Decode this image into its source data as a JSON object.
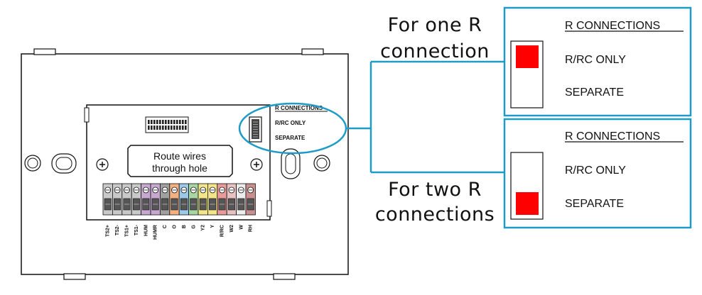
{
  "captions": {
    "one_r": [
      "For one R",
      "connection"
    ],
    "two_r": [
      "For two R",
      "connections"
    ]
  },
  "switch_panel": {
    "title": "R CONNECTIONS",
    "option_top": "R/RC ONLY",
    "option_bottom": "SEPARATE"
  },
  "device": {
    "switch_title": "R CONNECTIONS",
    "switch_top": "R/RC ONLY",
    "switch_bottom": "SEPARATE",
    "route_text": [
      "Route wires",
      "through hole"
    ],
    "terminals": [
      "TS2+",
      "TS2-",
      "TS1+",
      "TS1-",
      "HUM",
      "HUMR",
      "C",
      "O",
      "B",
      "G",
      "Y2",
      "Y",
      "R/RC",
      "W2",
      "W",
      "RH"
    ],
    "terminal_colors": [
      "#c9c9c9",
      "#c9c9c9",
      "#c9c9c9",
      "#c9c9c9",
      "#c7a8cf",
      "#c7a8cf",
      "#a0a0a0",
      "#f2b183",
      "#9cc9e8",
      "#a8d5a1",
      "#f3e58a",
      "#f3e58a",
      "#e79b9b",
      "#e8c2c2",
      "#ececec",
      "#c98e8e"
    ]
  },
  "colors": {
    "accent": "#1f9bc8",
    "selected": "#ff0000"
  },
  "states": {
    "one_r": "R/RC ONLY",
    "two_r": "SEPARATE"
  }
}
